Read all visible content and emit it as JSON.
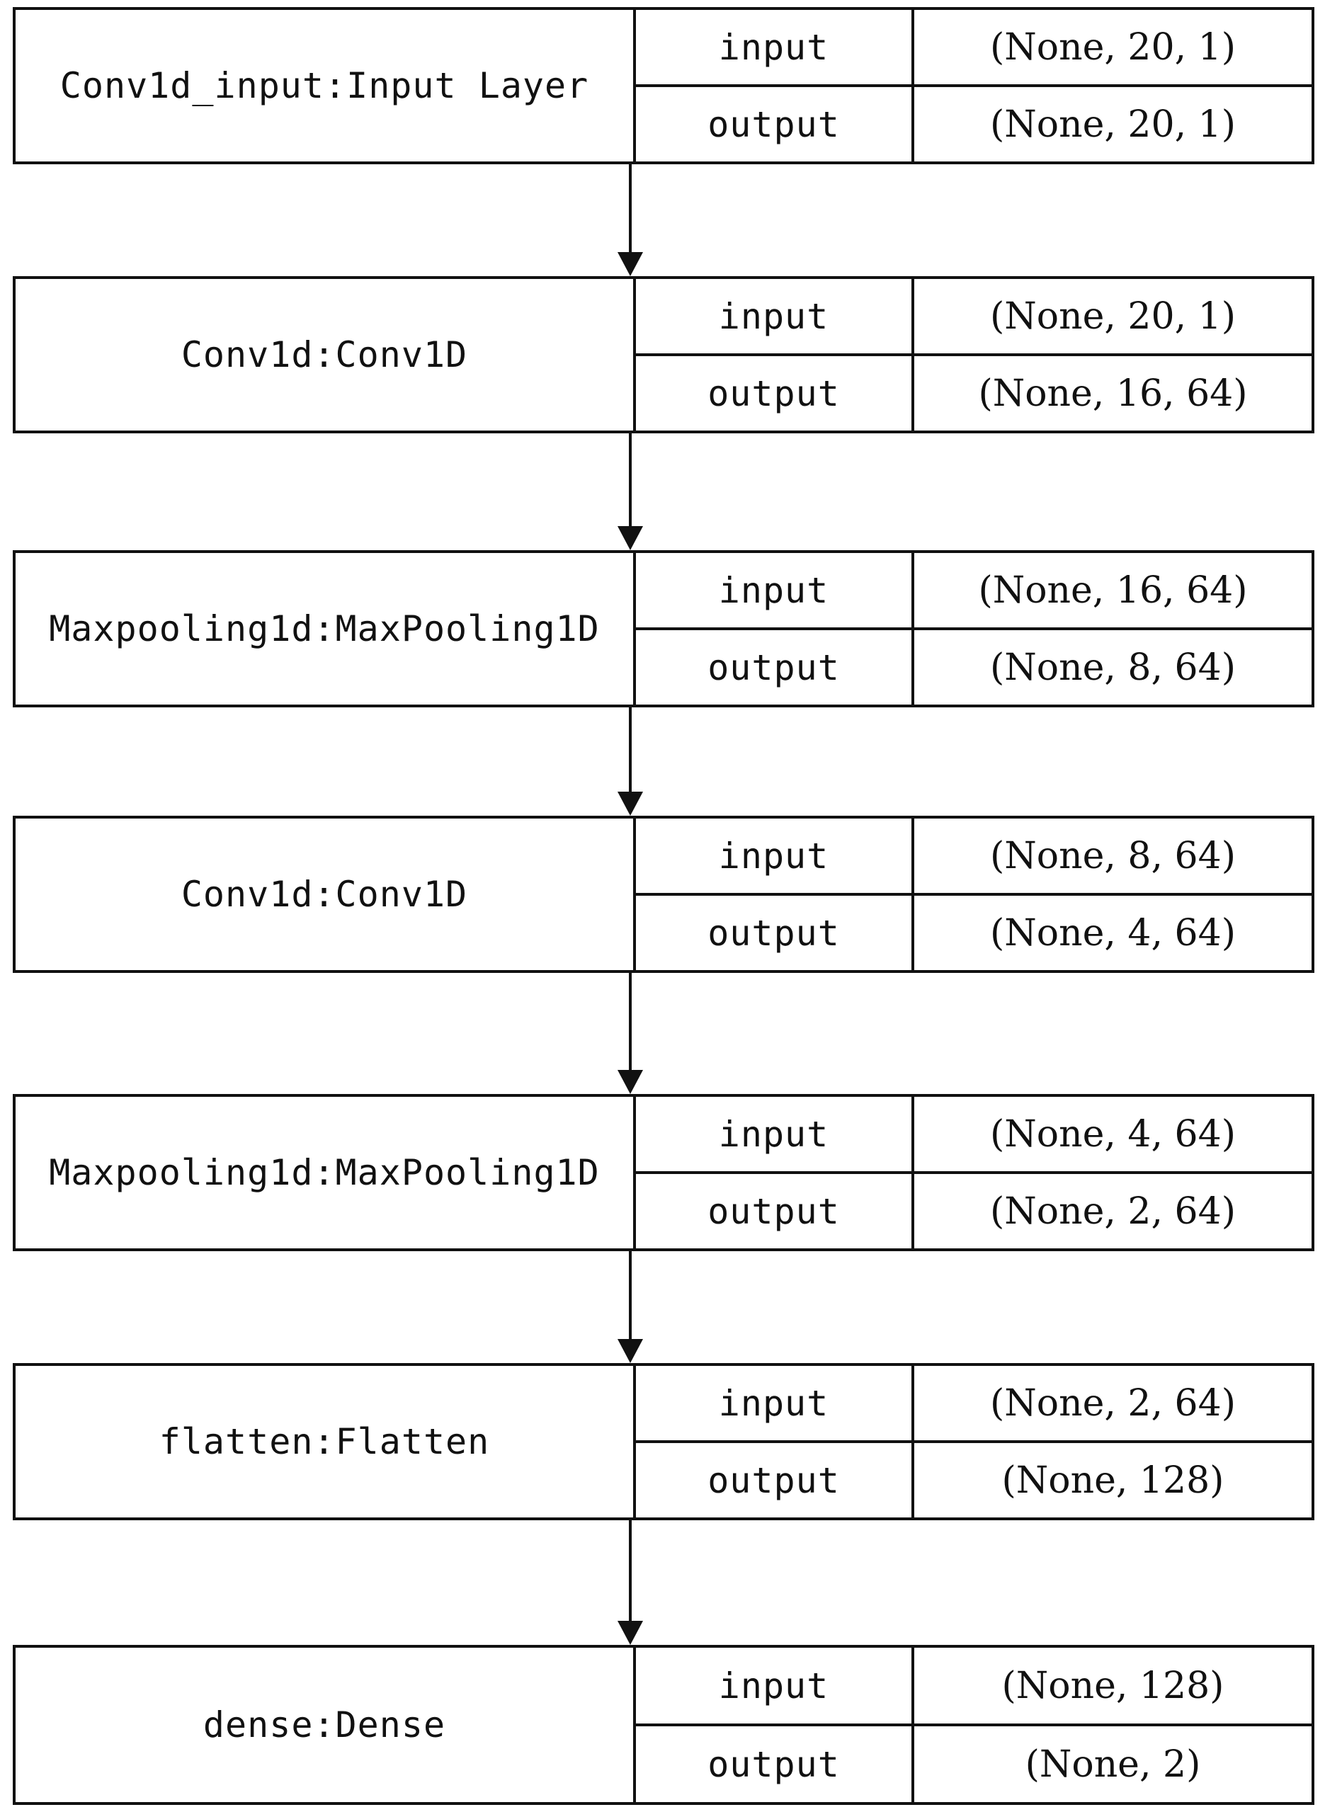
{
  "layers": [
    {
      "name": "Conv1d_input:Input Layer",
      "input_label": "input",
      "input_value": "(None, 20, 1)",
      "output_label": "output",
      "output_value": "(None, 20, 1)"
    },
    {
      "name": "Conv1d:Conv1D",
      "input_label": "input",
      "input_value": "(None, 20, 1)",
      "output_label": "output",
      "output_value": "(None, 16, 64)"
    },
    {
      "name": "Maxpooling1d:MaxPooling1D",
      "input_label": "input",
      "input_value": "(None, 16, 64)",
      "output_label": "output",
      "output_value": "(None, 8, 64)"
    },
    {
      "name": "Conv1d:Conv1D",
      "input_label": "input",
      "input_value": "(None, 8, 64)",
      "output_label": "output",
      "output_value": "(None, 4, 64)"
    },
    {
      "name": "Maxpooling1d:MaxPooling1D",
      "input_label": "input",
      "input_value": "(None, 4, 64)",
      "output_label": "output",
      "output_value": "(None, 2, 64)"
    },
    {
      "name": "flatten:Flatten",
      "input_label": "input",
      "input_value": "(None, 2, 64)",
      "output_label": "output",
      "output_value": "(None, 128)"
    },
    {
      "name": "dense:Dense",
      "input_label": "input",
      "input_value": "(None, 128)",
      "output_label": "output",
      "output_value": "(None, 2)"
    }
  ],
  "colors": {
    "line": "#111111",
    "background": "#ffffff"
  }
}
